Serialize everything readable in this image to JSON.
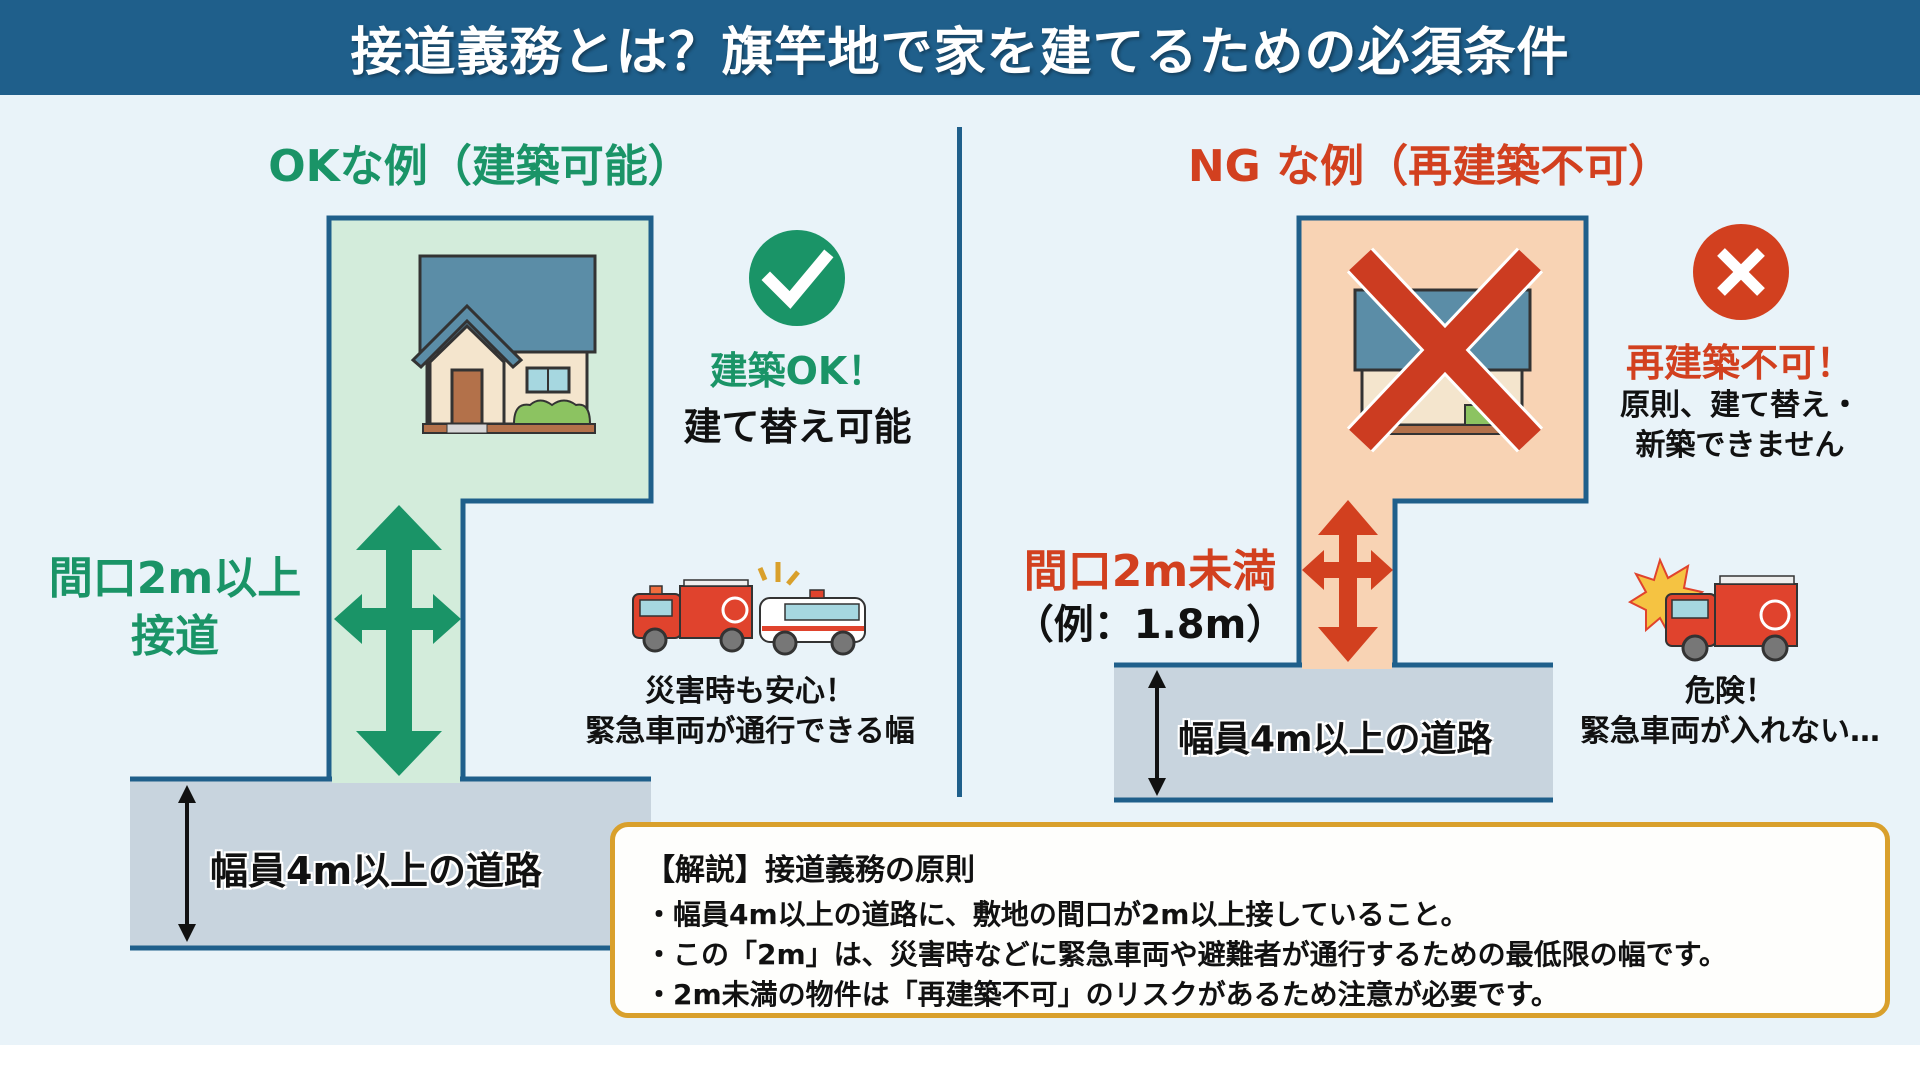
{
  "header": {
    "title": "接道義務とは？旗竿地で家を建てるための必須条件"
  },
  "colors": {
    "header_bg": "#1f5f8b",
    "ok_green": "#1a9467",
    "ng_red": "#d2401f",
    "ok_lot": "#d3ecdb",
    "ng_lot": "#f8d3b4",
    "road": "#c8d4de",
    "explain_border": "#d9a02c"
  },
  "ok_section": {
    "title": "OKな例（建築可能）",
    "status_icon": "check-circle-icon",
    "status_label": "建築OK！",
    "status_sub": "建て替え可能",
    "frontage_label_1": "間口2m以上",
    "frontage_label_2": "接道",
    "road_label": "幅員4m以上の道路",
    "vehicles_icon": "fire-truck-and-ambulance-icon",
    "vehicles_caption_1": "災害時も安心！",
    "vehicles_caption_2": "緊急車両が通行できる幅"
  },
  "ng_section": {
    "title": "NG な例（再建築不可）",
    "status_icon": "x-circle-icon",
    "status_label": "再建築不可！",
    "status_sub_1": "原則、建て替え・",
    "status_sub_2": "新築できません",
    "frontage_label_1": "間口2m未満",
    "frontage_label_2": "（例：1.8m）",
    "road_label": "幅員4m以上の道路",
    "vehicles_icon": "fire-truck-danger-icon",
    "vehicles_caption_1": "危険！",
    "vehicles_caption_2": "緊急車両が入れない…"
  },
  "explain": {
    "heading": "【解説】接道義務の原則",
    "lines": [
      "・幅員4m以上の道路に、敷地の間口が2m以上接していること。",
      "・この「2m」は、災害時などに緊急車両や避難者が通行するための最低限の幅です。",
      "・2m未満の物件は「再建築不可」のリスクがあるため注意が必要です。"
    ]
  }
}
